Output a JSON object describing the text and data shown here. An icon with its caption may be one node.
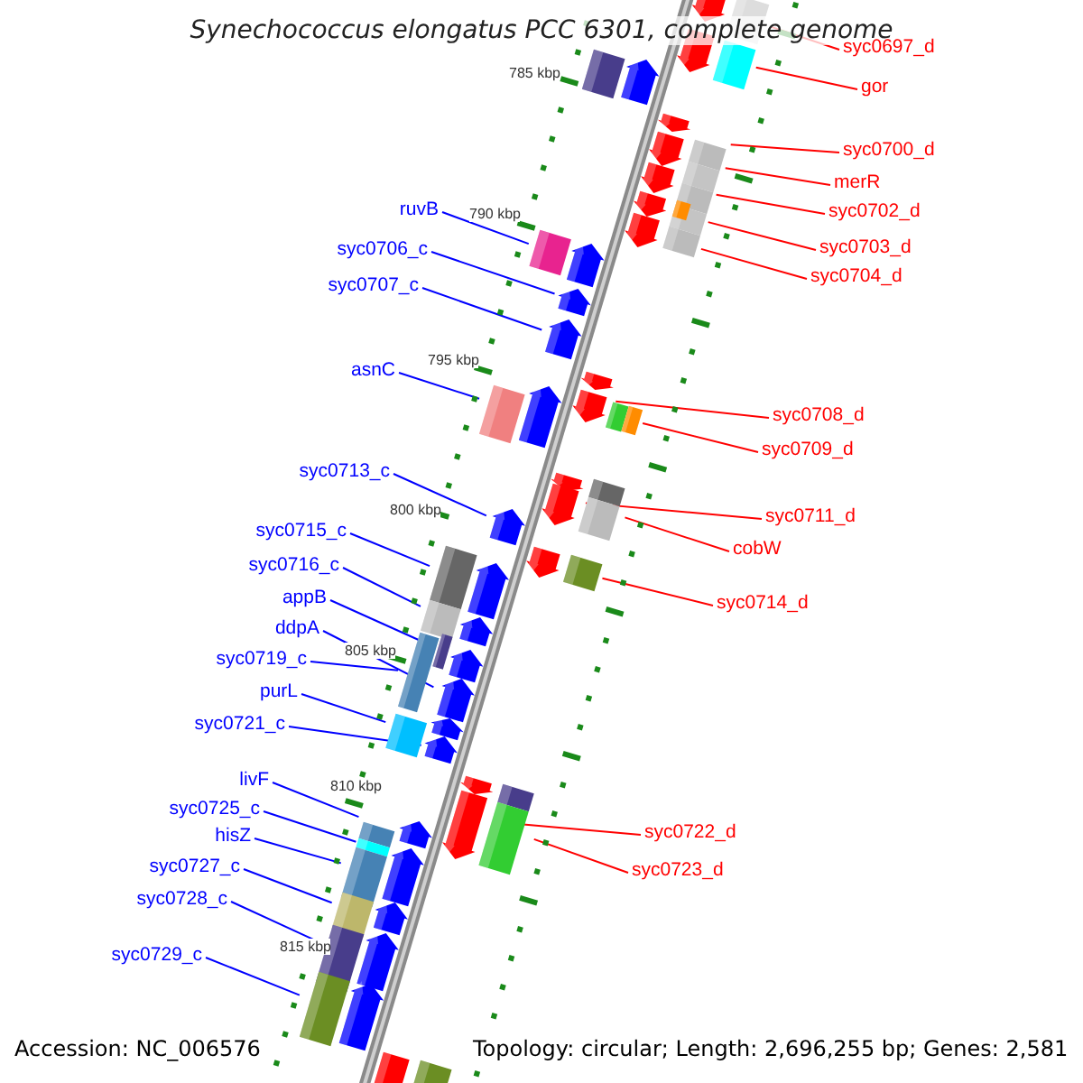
{
  "diagram": {
    "title": "Synechococcus elongatus PCC 6301, complete genome",
    "nodes": [
      {
        "text": [
          "syc0697_d"
        ]
      },
      {
        "text": [
          "gor"
        ]
      },
      {
        "text": [
          "syc0700_d"
        ]
      },
      {
        "text": [
          "merR"
        ]
      },
      {
        "text": [
          "ruvB"
        ]
      },
      {
        "text": [
          "syc0702_d"
        ]
      },
      {
        "text": [
          "syc0703_d"
        ]
      },
      {
        "text": [
          "syc0706_c"
        ]
      },
      {
        "text": [
          "syc0704_d"
        ]
      },
      {
        "text": [
          "syc0707_c"
        ]
      },
      {
        "text": [
          "asnC"
        ]
      },
      {
        "text": [
          "syc0708_d"
        ]
      },
      {
        "text": [
          "syc0709_d"
        ]
      },
      {
        "text": [
          "syc0713_c"
        ]
      },
      {
        "text": [
          "syc0711_d"
        ]
      },
      {
        "text": [
          "syc0715_c"
        ]
      },
      {
        "text": [
          "cobW"
        ]
      },
      {
        "text": [
          "syc0716_c"
        ]
      },
      {
        "text": [
          "appB"
        ]
      },
      {
        "text": [
          "syc0714_d"
        ]
      },
      {
        "text": [
          "ddpA"
        ]
      },
      {
        "text": [
          "syc0719_c"
        ]
      },
      {
        "text": [
          "purL"
        ]
      },
      {
        "text": [
          "syc0721_c"
        ]
      },
      {
        "text": [
          "livF"
        ]
      },
      {
        "text": [
          "syc0725_c"
        ]
      },
      {
        "text": [
          "syc0722_d"
        ]
      },
      {
        "text": [
          "hisZ"
        ]
      },
      {
        "text": [
          "syc0727_c"
        ]
      },
      {
        "text": [
          "syc0723_d"
        ]
      },
      {
        "text": [
          "syc0728_c"
        ]
      },
      {
        "text": [
          "syc0729_c"
        ]
      },
      {
        "text": [],
        "shape": "bar"
      },
      {
        "text": [],
        "shape": "bar"
      },
      {
        "text": [],
        "shape": "bar"
      },
      {
        "text": [],
        "shape": "bar"
      },
      {
        "text": [],
        "shape": "bar"
      },
      {
        "text": [],
        "shape": "bar"
      },
      {
        "text": [],
        "shape": "bar"
      },
      {
        "text": [],
        "shape": "bar"
      },
      {
        "text": [],
        "shape": "bar"
      },
      {
        "text": [],
        "shape": "bar"
      },
      {
        "text": [],
        "shape": "bar"
      },
      {
        "text": [],
        "shape": "bar"
      },
      {
        "text": [],
        "shape": "bar"
      },
      {
        "text": [],
        "shape": "bar"
      },
      {
        "text": [],
        "shape": "bar"
      },
      {
        "text": [],
        "shape": "bar"
      },
      {
        "text": [],
        "shape": "bar"
      },
      {
        "text": [],
        "shape": "bar"
      },
      {
        "text": [],
        "shape": "bar"
      },
      {
        "text": [],
        "shape": "bar"
      },
      {
        "text": [],
        "shape": "bar"
      },
      {
        "text": [],
        "shape": "bar"
      },
      {
        "text": [],
        "shape": "bar"
      },
      {
        "text": [],
        "shape": "bar"
      },
      {
        "text": [],
        "shape": "bar"
      },
      {
        "text": [],
        "shape": "bar"
      },
      {
        "text": [],
        "shape": "bar"
      },
      {
        "text": [],
        "shape": "bar"
      },
      {
        "text": [],
        "shape": "bar"
      },
      {
        "text": [],
        "shape": "bar"
      },
      {
        "text": [],
        "shape": "bar"
      },
      {
        "text": [],
        "shape": "bar"
      },
      {
        "text": [],
        "shape": "bar"
      },
      {
        "text": [],
        "shape": "bar"
      }
    ],
    "edges": [
      {
        "from": 0,
        "to": 32,
        "arrow": "none",
        "color": "#ff0000"
      },
      {
        "from": 1,
        "to": 33,
        "arrow": "none",
        "color": "#ff0000"
      },
      {
        "from": 2,
        "to": 34,
        "arrow": "none",
        "color": "#ff0000"
      },
      {
        "from": 3,
        "to": 35,
        "arrow": "none",
        "color": "#ff0000"
      },
      {
        "from": 4,
        "to": 36,
        "arrow": "none"
      },
      {
        "from": 5,
        "to": 37,
        "arrow": "none",
        "color": "#ff0000"
      },
      {
        "from": 6,
        "to": 38,
        "arrow": "none",
        "color": "#ff0000"
      },
      {
        "from": 7,
        "to": 39,
        "arrow": "none"
      },
      {
        "from": 8,
        "to": 40,
        "arrow": "none",
        "color": "#ff0000"
      },
      {
        "from": 9,
        "to": 41,
        "arrow": "none"
      },
      {
        "from": 10,
        "to": 42,
        "arrow": "none"
      },
      {
        "from": 11,
        "to": 43,
        "arrow": "none",
        "color": "#ff0000"
      },
      {
        "from": 12,
        "to": 44,
        "arrow": "none",
        "color": "#ff0000"
      },
      {
        "from": 13,
        "to": 45,
        "arrow": "none"
      },
      {
        "from": 14,
        "to": 46,
        "arrow": "none",
        "color": "#ff0000"
      },
      {
        "from": 15,
        "to": 47,
        "arrow": "none"
      },
      {
        "from": 16,
        "to": 48,
        "arrow": "none",
        "color": "#ff0000"
      },
      {
        "from": 17,
        "to": 49,
        "arrow": "none"
      },
      {
        "from": 18,
        "to": 50,
        "arrow": "none"
      },
      {
        "from": 19,
        "to": 51,
        "arrow": "none",
        "color": "#ff0000"
      },
      {
        "from": 20,
        "to": 52,
        "arrow": "none"
      },
      {
        "from": 21,
        "to": 53,
        "arrow": "none"
      },
      {
        "from": 22,
        "to": 54,
        "arrow": "none"
      },
      {
        "from": 23,
        "to": 55,
        "arrow": "none"
      },
      {
        "from": 24,
        "to": 56,
        "arrow": "none"
      },
      {
        "from": 25,
        "to": 57,
        "arrow": "none"
      },
      {
        "from": 26,
        "to": 58,
        "arrow": "none",
        "color": "#ff0000"
      },
      {
        "from": 27,
        "to": 59,
        "arrow": "none"
      },
      {
        "from": 28,
        "to": 60,
        "arrow": "none"
      },
      {
        "from": 29,
        "to": 61,
        "arrow": "none",
        "color": "#ff0000"
      },
      {
        "from": 30,
        "to": 62,
        "arrow": "none"
      },
      {
        "from": 31,
        "to": 63,
        "arrow": "none"
      }
    ],
    "labels": [
      "785 kbp",
      "790 kbp",
      "795 kbp",
      "800 kbp",
      "805 kbp",
      "810 kbp",
      "815 kbp",
      "Accession: NC_006576",
      "Topology: circular; Length: 2,696,255 bp; Genes: 2,581"
    ]
  }
}
